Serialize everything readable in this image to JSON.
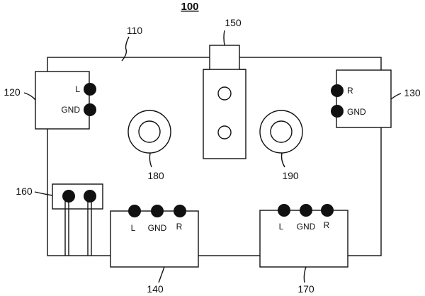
{
  "figure_number": "100",
  "refs": {
    "board": "110",
    "left_connector": "120",
    "right_connector": "130",
    "bottom_left_connector": "140",
    "top_connector": "150",
    "side_connector": "160",
    "bottom_right_connector": "170",
    "left_ring": "180",
    "right_ring": "190"
  },
  "terminals": {
    "left_connector": [
      "L",
      "GND"
    ],
    "right_connector": [
      "R",
      "GND"
    ],
    "bottom_left_connector": [
      "L",
      "GND",
      "R"
    ],
    "bottom_right_connector": [
      "L",
      "GND",
      "R"
    ]
  }
}
